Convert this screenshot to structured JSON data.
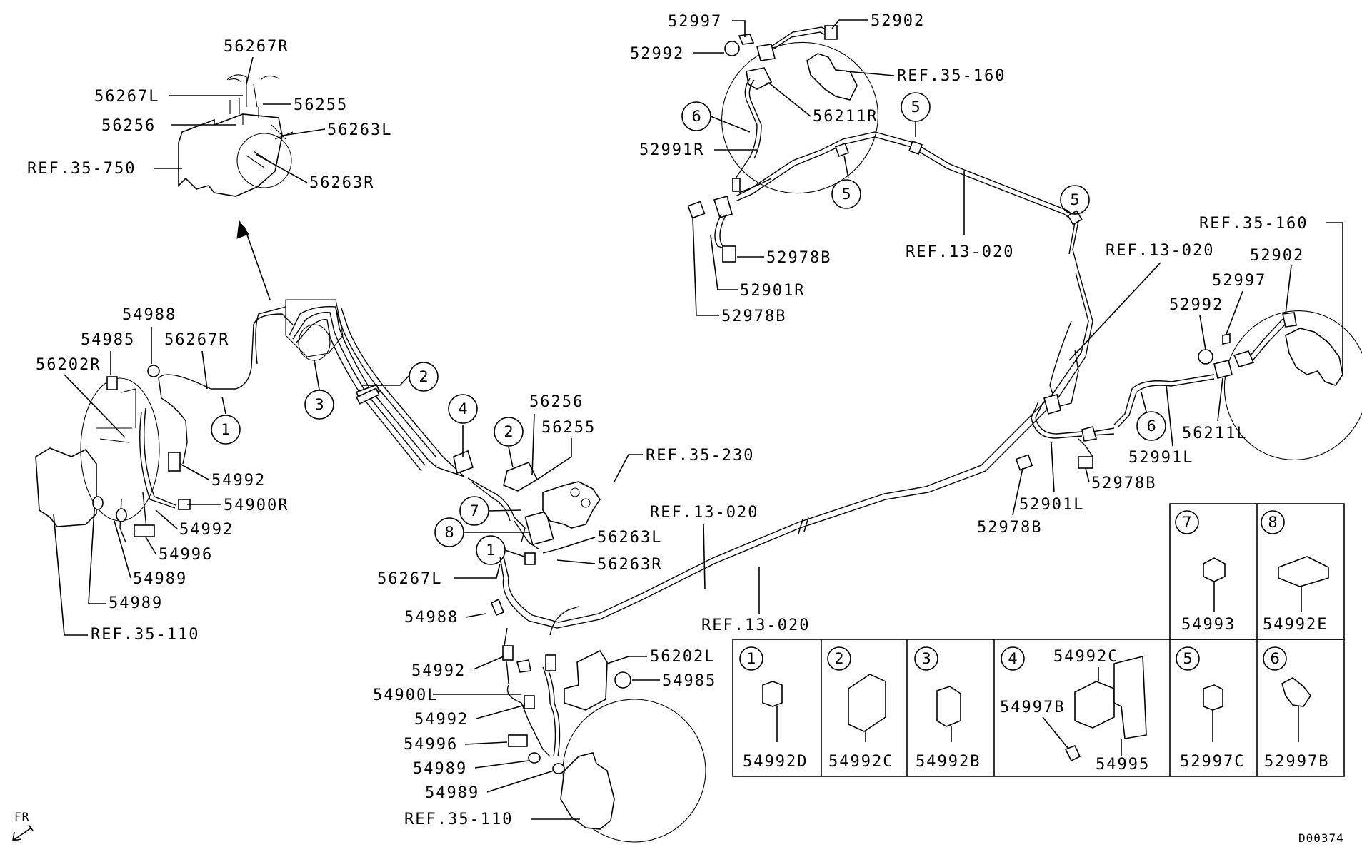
{
  "diagram_code": "D00374",
  "orientation_label": "FR",
  "labels": {
    "abs_56267R": "56267R",
    "abs_56267L": "56267L",
    "abs_56255": "56255",
    "abs_56256": "56256",
    "abs_56263L": "56263L",
    "abs_56263R": "56263R",
    "abs_ref": "REF.35-750",
    "fl_54988": "54988",
    "fl_54985": "54985",
    "fl_56267R": "56267R",
    "fl_56202R": "56202R",
    "fl_54992a": "54992",
    "fl_54900R": "54900R",
    "fl_54992b": "54992",
    "fl_54996": "54996",
    "fl_54989a": "54989",
    "fl_54989b": "54989",
    "fl_ref": "REF.35-110",
    "mid_56256": "56256",
    "mid_56255": "56255",
    "mid_ref230": "REF.35-230",
    "mid_56263L": "56263L",
    "mid_56263R": "56263R",
    "mid_56267L": "56267L",
    "mid_54988": "54988",
    "mid_ref13a": "REF.13-020",
    "mid_ref13b": "REF.13-020",
    "frl_54992a": "54992",
    "frl_54900L": "54900L",
    "frl_54992b": "54992",
    "frl_54996": "54996",
    "frl_54989a": "54989",
    "frl_54989b": "54989",
    "frl_56202L": "56202L",
    "frl_54985": "54985",
    "frl_ref": "REF.35-110",
    "rr_52997": "52997",
    "rr_52902": "52902",
    "rr_52992": "52992",
    "rr_ref160": "REF.35-160",
    "rr_56211R": "56211R",
    "rr_52991R": "52991R",
    "rr_52978Ba": "52978B",
    "rr_52901R": "52901R",
    "rr_52978Bb": "52978B",
    "rr_ref13": "REF.13-020",
    "rl_ref13": "REF.13-020",
    "rl_ref160": "REF.35-160",
    "rl_52902": "52902",
    "rl_52997": "52997",
    "rl_52992": "52992",
    "rl_56211L": "56211L",
    "rl_52991L": "52991L",
    "rl_52978Ba": "52978B",
    "rl_52901L": "52901L",
    "rl_52978Bb": "52978B"
  },
  "callouts": {
    "c1a": "1",
    "c2a": "2",
    "c3": "3",
    "c4": "4",
    "c2b": "2",
    "c7": "7",
    "c8": "8",
    "c1b": "1",
    "c5a": "5",
    "c5b": "5",
    "c5c": "5",
    "c6a": "6",
    "c6b": "6"
  },
  "legend": [
    {
      "num": "7",
      "part": "54993"
    },
    {
      "num": "8",
      "part": "54992E"
    },
    {
      "num": "1",
      "part": "54992D"
    },
    {
      "num": "2",
      "part": "54992C"
    },
    {
      "num": "3",
      "part": "54992B"
    },
    {
      "num": "4",
      "part": "54995",
      "extra_parts": [
        "54992C",
        "54997B"
      ]
    },
    {
      "num": "5",
      "part": "52997C"
    },
    {
      "num": "6",
      "part": "52997B"
    }
  ]
}
